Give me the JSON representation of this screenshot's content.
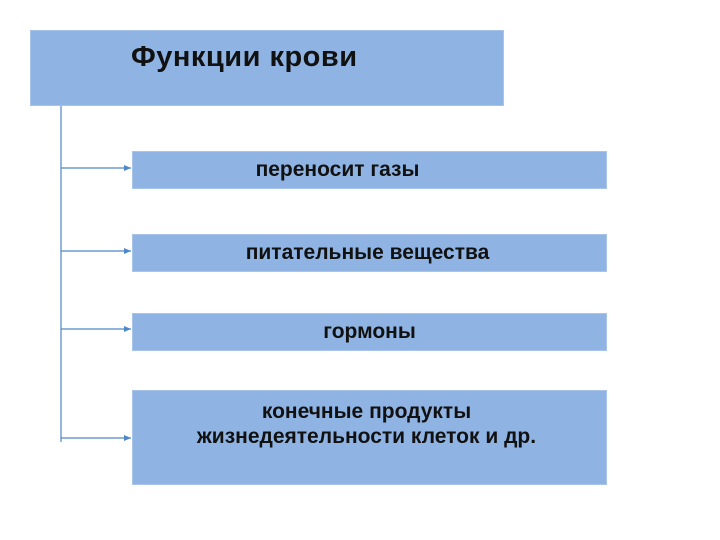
{
  "title": "Функции крови",
  "items": [
    {
      "label": "переносит газы"
    },
    {
      "label": "питательные вещества"
    },
    {
      "label": "гормоны"
    },
    {
      "label": "конечные продукты\nжизнедеятельности клеток и др."
    }
  ],
  "colors": {
    "box_fill": "#8fb3e2",
    "connector": "#4f86c6",
    "text": "#111111"
  }
}
